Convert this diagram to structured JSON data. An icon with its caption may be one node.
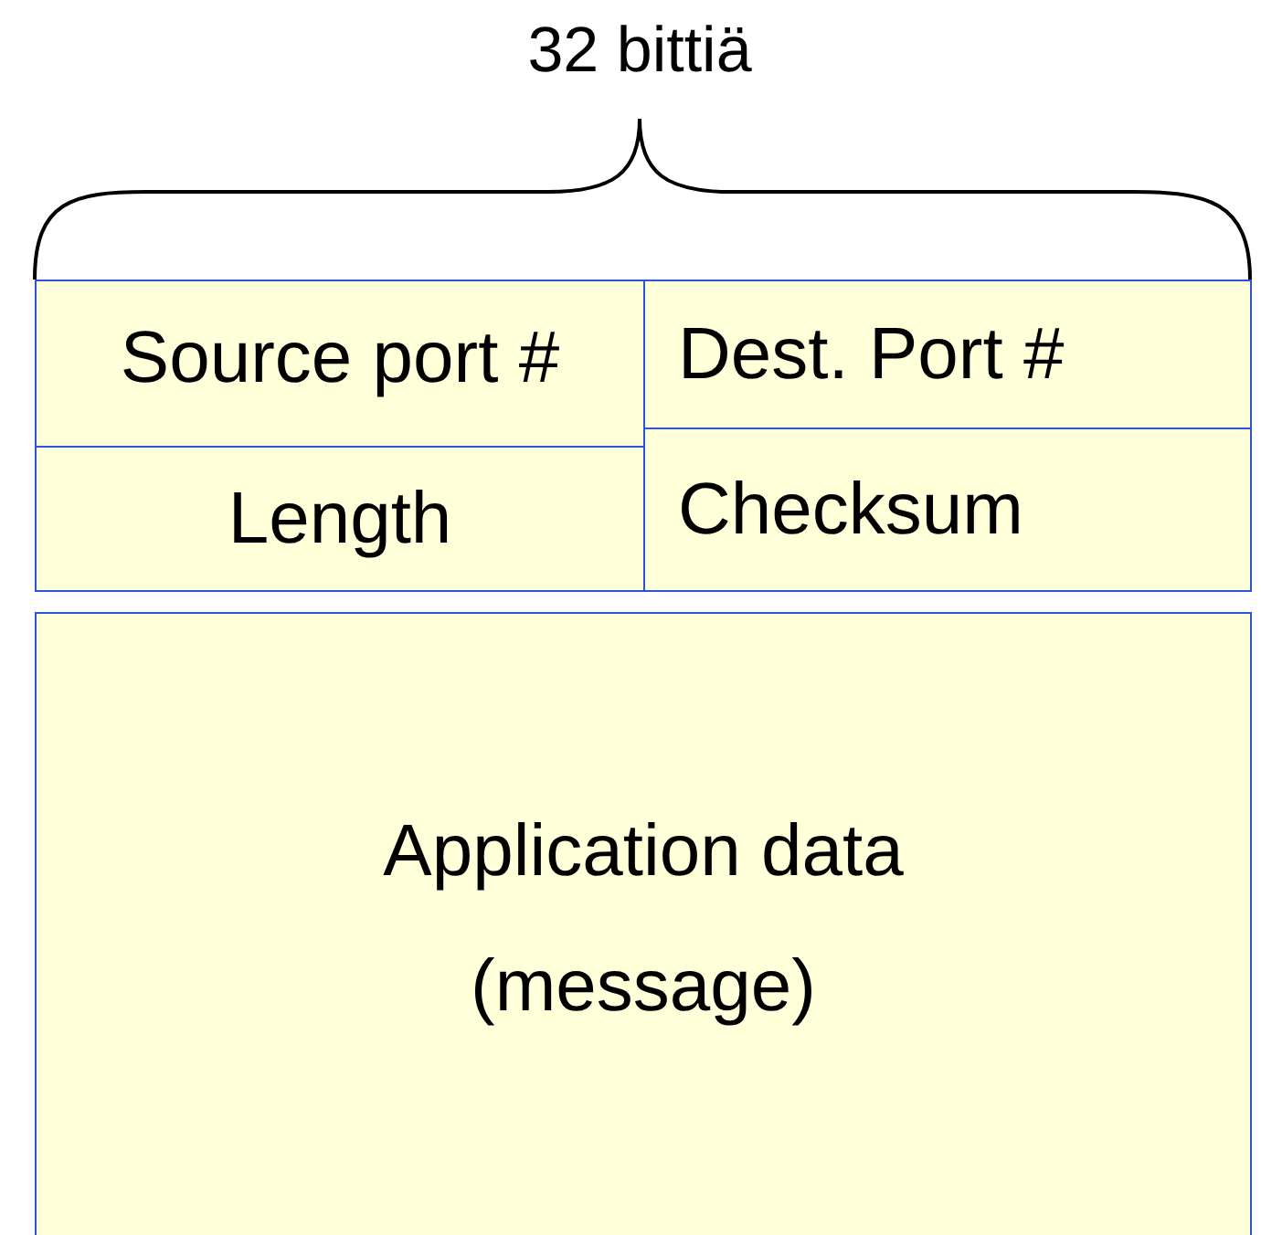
{
  "diagram": {
    "nodes": [
      {
        "text": [
          "Source port #"
        ]
      },
      {
        "text": [
          "Dest. Port #"
        ]
      },
      {
        "text": [
          "Length"
        ]
      },
      {
        "text": [
          "Checksum"
        ]
      },
      {
        "text": [
          "Application data",
          "(message)"
        ]
      }
    ],
    "labels": [
      "32 bittiä"
    ]
  }
}
